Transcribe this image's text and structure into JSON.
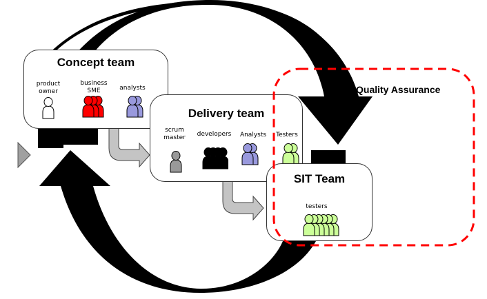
{
  "diagram": {
    "colors": {
      "cycle_arrow": "#000000",
      "handoff_arrow": "#c0c0c0",
      "qa_border": "#ff0000",
      "product_owner": "#ffffff",
      "business_sme": "#ff0000",
      "analysts": "#9999dd",
      "scrum_master": "#999999",
      "developers": "#000000",
      "testers": "#ccff99"
    },
    "concept_team": {
      "title": "Concept team",
      "roles": [
        {
          "label_1": "product",
          "label_2": "owner",
          "count": 1,
          "color_key": "product_owner"
        },
        {
          "label_1": "business",
          "label_2": "SME",
          "count": 3,
          "color_key": "business_sme"
        },
        {
          "label_1": "analysts",
          "label_2": "",
          "count": 2,
          "color_key": "analysts"
        }
      ]
    },
    "delivery_team": {
      "title": "Delivery team",
      "roles": [
        {
          "label_1": "scrum",
          "label_2": "master",
          "count": 1,
          "color_key": "scrum_master"
        },
        {
          "label_1": "developers",
          "label_2": "",
          "count": 4,
          "color_key": "developers"
        },
        {
          "label_1": "Analysts",
          "label_2": "",
          "count": 2,
          "color_key": "analysts"
        },
        {
          "label_1": "Testers",
          "label_2": "",
          "count": 2,
          "color_key": "testers"
        }
      ]
    },
    "sit_team": {
      "title": "SIT Team",
      "roles": [
        {
          "label_1": "testers",
          "label_2": "",
          "count": 6,
          "color_key": "testers"
        }
      ]
    },
    "quality_assurance": {
      "label": "Quality Assurance"
    }
  }
}
